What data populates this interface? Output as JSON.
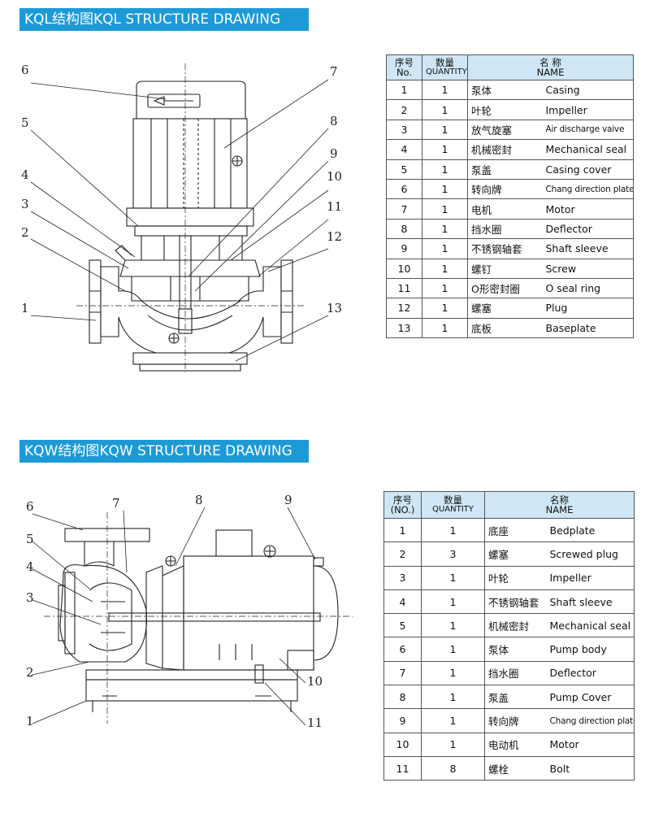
{
  "kql": {
    "title": "KQL结构图KQL STRUCTURE DRAWING",
    "header": {
      "no_cn": "序号",
      "no_en": "No.",
      "qty_cn": "数量",
      "qty_en": "QUANTITY",
      "name_cn": "名 称",
      "name_en": "NAME"
    },
    "rows": [
      {
        "no": "1",
        "qty": "1",
        "cn": "泵体",
        "en": "Casing"
      },
      {
        "no": "2",
        "qty": "1",
        "cn": "叶轮",
        "en": "Impeller"
      },
      {
        "no": "3",
        "qty": "1",
        "cn": "放气旋塞",
        "en": "Air discharge vaive"
      },
      {
        "no": "4",
        "qty": "1",
        "cn": "机械密封",
        "en": "Mechanical seal"
      },
      {
        "no": "5",
        "qty": "1",
        "cn": "泵盖",
        "en": "Casing cover"
      },
      {
        "no": "6",
        "qty": "1",
        "cn": "转向牌",
        "en": "Chang direction plate"
      },
      {
        "no": "7",
        "qty": "1",
        "cn": "电机",
        "en": "Motor"
      },
      {
        "no": "8",
        "qty": "1",
        "cn": "挡水圈",
        "en": "Deflector"
      },
      {
        "no": "9",
        "qty": "1",
        "cn": "不锈钢轴套",
        "en": "Shaft sleeve"
      },
      {
        "no": "10",
        "qty": "1",
        "cn": "螺钉",
        "en": "Screw"
      },
      {
        "no": "11",
        "qty": "1",
        "cn": "O形密封圈",
        "en": "O seal ring"
      },
      {
        "no": "12",
        "qty": "1",
        "cn": "螺塞",
        "en": "Plug"
      },
      {
        "no": "13",
        "qty": "1",
        "cn": "底板",
        "en": "Baseplate"
      }
    ],
    "labels": [
      "1",
      "2",
      "3",
      "4",
      "5",
      "6",
      "7",
      "8",
      "9",
      "10",
      "11",
      "12",
      "13"
    ]
  },
  "kqw": {
    "title": "KQW结构图KQW STRUCTURE DRAWING",
    "header": {
      "no_cn": "序号",
      "no_en": "(NO.)",
      "qty_cn": "数量",
      "qty_en": "QUANTITY",
      "name_cn": "名称",
      "name_en": "NAME"
    },
    "rows": [
      {
        "no": "1",
        "qty": "1",
        "cn": "底座",
        "en": "Bedplate"
      },
      {
        "no": "2",
        "qty": "3",
        "cn": "螺塞",
        "en": "Screwed plug"
      },
      {
        "no": "3",
        "qty": "1",
        "cn": "叶轮",
        "en": "Impeller"
      },
      {
        "no": "4",
        "qty": "1",
        "cn": "不锈钢轴套",
        "en": "Shaft sleeve"
      },
      {
        "no": "5",
        "qty": "1",
        "cn": "机械密封",
        "en": "Mechanical seal"
      },
      {
        "no": "6",
        "qty": "1",
        "cn": "泵体",
        "en": "Pump body"
      },
      {
        "no": "7",
        "qty": "1",
        "cn": "挡水圈",
        "en": "Deflector"
      },
      {
        "no": "8",
        "qty": "1",
        "cn": "泵盖",
        "en": "Pump Cover"
      },
      {
        "no": "9",
        "qty": "1",
        "cn": "转向牌",
        "en": "Chang direction plate"
      },
      {
        "no": "10",
        "qty": "1",
        "cn": "电动机",
        "en": "Motor"
      },
      {
        "no": "11",
        "qty": "8",
        "cn": "螺栓",
        "en": "Bolt"
      }
    ],
    "labels": [
      "1",
      "2",
      "3",
      "4",
      "5",
      "6",
      "7",
      "8",
      "9",
      "10",
      "11"
    ]
  }
}
